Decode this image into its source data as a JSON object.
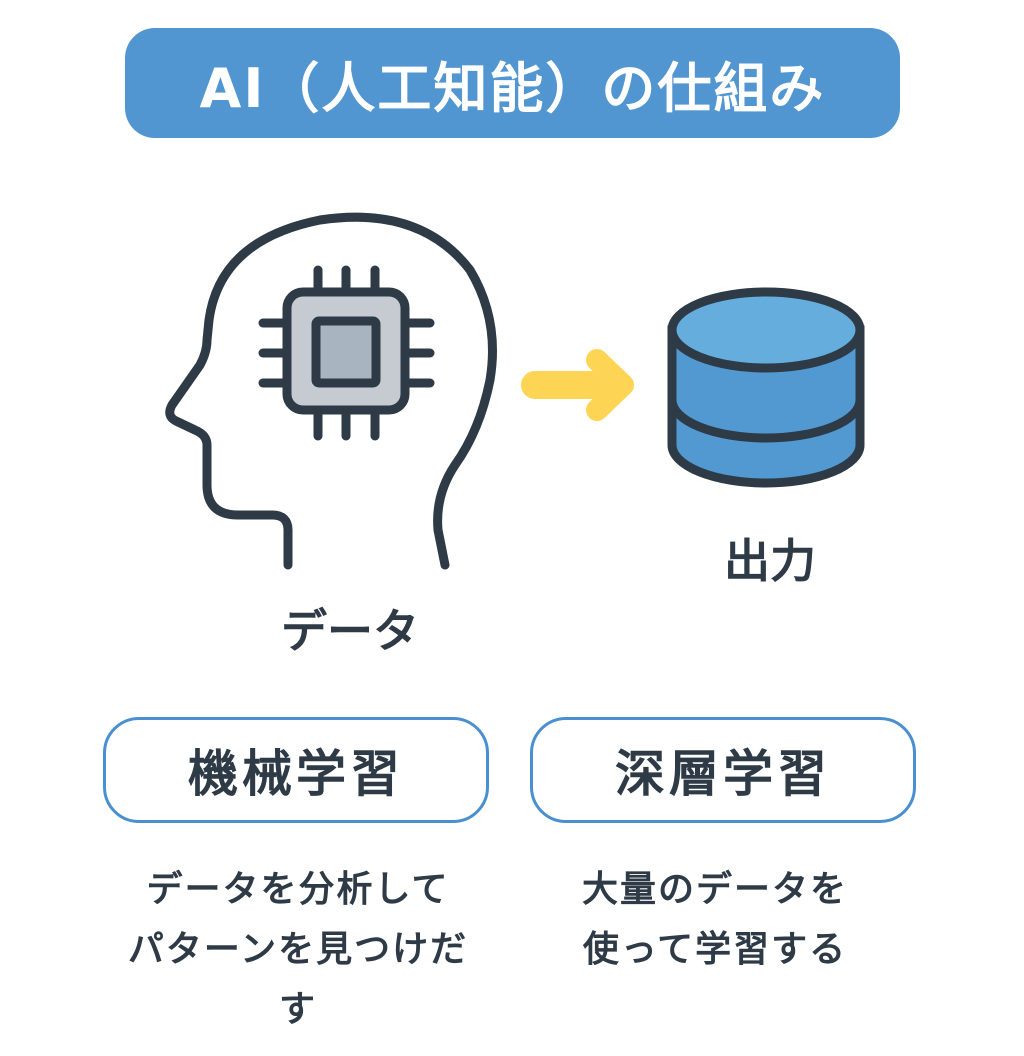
{
  "title": "AI（人工知能）の仕組み",
  "labels": {
    "input": "データ",
    "output": "出力"
  },
  "cards": [
    {
      "title": "機械学習",
      "caption_lines": [
        "データを分析して",
        "パターンを見つけだ",
        "す"
      ]
    },
    {
      "title": "深層学習",
      "caption_lines": [
        "大量のデータを",
        "使って学習する"
      ]
    }
  ],
  "icons": {
    "head": "head-with-chip-icon",
    "arrow": "arrow-right-icon",
    "database": "database-icon"
  },
  "colors": {
    "title_bg": "#5196D0",
    "arrow": "#FDD453",
    "db": "#5199D0",
    "db_top": "#64ADDC",
    "outline": "#2E3A46",
    "card_border": "#4A90D0"
  }
}
